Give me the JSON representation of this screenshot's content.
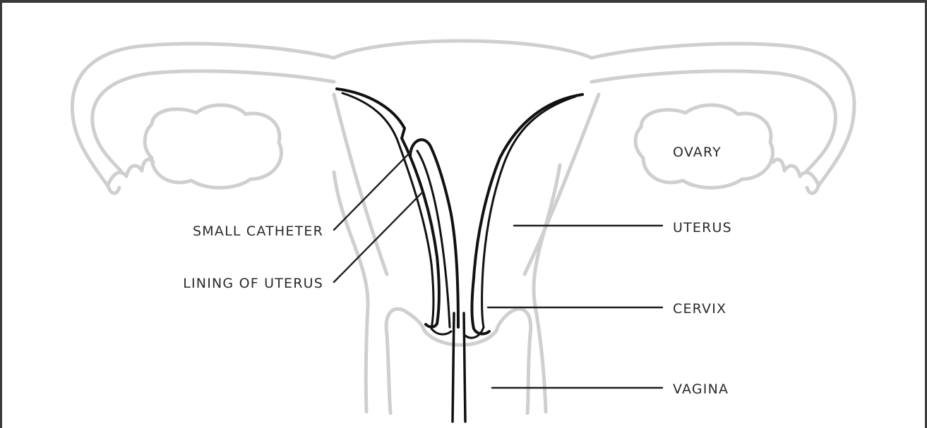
{
  "diagram": {
    "labels": {
      "small_catheter": "SMALL CATHETER",
      "lining_of_uterus": "LINING OF UTERUS",
      "ovary": "OVARY",
      "uterus": "UTERUS",
      "cervix": "CERVIX",
      "vagina": "VAGINA"
    },
    "colors": {
      "anatomy_outline": "#cfcfcf",
      "lining_and_catheter": "#111111",
      "border": "#3a3a3a",
      "text": "#2a2a2a"
    }
  }
}
